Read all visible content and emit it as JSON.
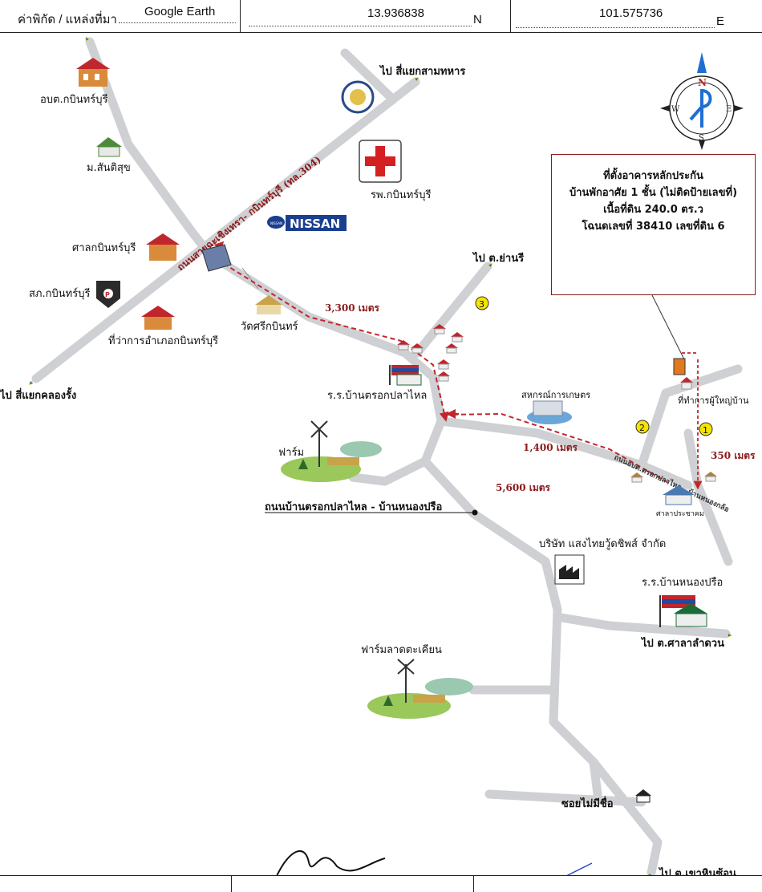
{
  "header": {
    "coord_label": "ค่าพิกัด / แหล่งที่มา",
    "source": "Google Earth",
    "latitude": "13.936838",
    "lat_unit": "N",
    "longitude": "101.575736",
    "lon_unit": "E"
  },
  "info_box": {
    "line1": "ที่ตั้งอาคารหลักประกัน",
    "line2": "บ้านพักอาศัย 1 ชั้น (ไม่ติดป้ายเลขที่)",
    "line3": "เนื้อที่ดิน 240.0 ตร.ว",
    "line4": "โฉนดเลขที่ 38410 เลขที่ดิน 6"
  },
  "compass": {
    "n": "N",
    "s": "S",
    "e": "E",
    "w": "W"
  },
  "places": {
    "obt": "อบต.กบินทร์บุรี",
    "santisuk": "ม.สันติสุข",
    "hospital": "รพ.กบินทร์บุรี",
    "court": "ศาลกบินทร์บุรี",
    "police": "สภ.กบินทร์บุรี",
    "district_office": "ที่ว่าการอำเภอกบินทร์บุรี",
    "temple": "วัดศรีกบินทร์",
    "school1": "ร.ร.บ้านตรอกปลาไหล",
    "farm1": "ฟาร์ม",
    "cooperative": "สหกรณ์การเกษตร",
    "headman": "ที่ทำการผู้ใหญ่บ้าน",
    "pavilion": "ศาลาประชาคม",
    "company": "บริษัท แสงไทยวู้ดชิพส์ จำกัด",
    "school2": "ร.ร.บ้านหนองปรือ",
    "farm2": "ฟาร์มลาดตะเคียน",
    "soi": "ซอยไม่มีชื่อ",
    "nissan": "NISSAN",
    "nissan_badge": "NISSAN"
  },
  "directions": {
    "to_samthahan": "ไป สี่แยกสามทหาร",
    "to_yanri": "ไป ต.ย่านรี",
    "to_khlongrang": "ไป สี่แยกคลองรั้ง",
    "to_salalamduan": "ไป ต.ศาลาลำดวน",
    "to_khaohinson": "ไป ต.เขาหินซ้อน"
  },
  "roads": {
    "highway": "ถนนสายฉะเชิงเทรา- กบินทร์บุรี (ทล.304)",
    "trok_nongprue": "ถนนบ้านตรอกปลาไหล - บ้านหนองปรือ",
    "local_road": "ถนนอบต.ตรอกปลาไหล - บ้านหนองกล้อ"
  },
  "distances": {
    "d1": "3,300 เมตร",
    "d2": "1,400 เมตร",
    "d3": "5,600 เมตร",
    "d4": "350 เมตร"
  },
  "markers": {
    "m1": "1",
    "m2": "2",
    "m3": "3"
  },
  "colors": {
    "road": "#cfd0d3",
    "route": "#c0272d",
    "label_dist": "#8b1a1a",
    "marker": "#f5e400",
    "arrow": "#1f6fd1"
  }
}
